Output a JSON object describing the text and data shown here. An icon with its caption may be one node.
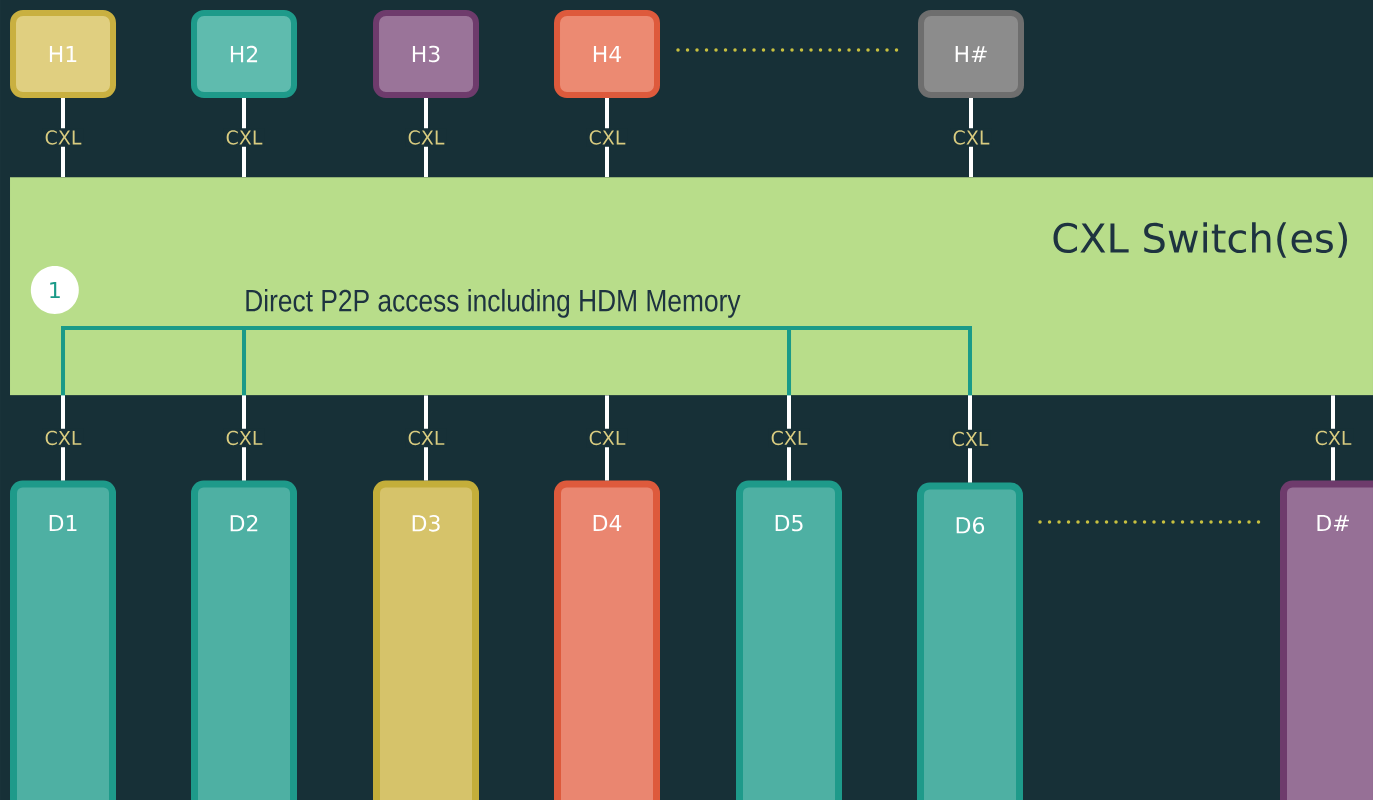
{
  "diagram": {
    "nodes": [
      {
        "text": [
          "H1"
        ]
      },
      {
        "text": [
          "H2"
        ]
      },
      {
        "text": [
          "H3"
        ]
      },
      {
        "text": [
          "H4"
        ]
      },
      {
        "text": [
          "H#"
        ]
      },
      {
        "text": [
          "CXL Switch(es)"
        ]
      },
      {
        "text": [
          "1"
        ],
        "in": 5
      },
      {
        "text": [
          "D1"
        ]
      },
      {
        "text": [
          "D2"
        ]
      },
      {
        "text": [
          "D3"
        ]
      },
      {
        "text": [
          "D4"
        ]
      },
      {
        "text": [
          "D5"
        ]
      },
      {
        "text": [
          "D6"
        ]
      },
      {
        "text": [
          "D#"
        ]
      }
    ],
    "edges": [
      {
        "from": 0,
        "to": 5,
        "arrow": "none",
        "label": "CXL"
      },
      {
        "from": 1,
        "to": 5,
        "arrow": "none",
        "label": "CXL"
      },
      {
        "from": 2,
        "to": 5,
        "arrow": "none",
        "label": "CXL"
      },
      {
        "from": 3,
        "to": 5,
        "arrow": "none",
        "label": "CXL"
      },
      {
        "from": 4,
        "to": 5,
        "arrow": "none",
        "label": "CXL"
      },
      {
        "from": 7,
        "to": 8,
        "arrow": "none",
        "color": "#1a9a88"
      },
      {
        "from": 8,
        "to": 11,
        "arrow": "none",
        "color": "#1a9a88"
      },
      {
        "from": 11,
        "to": 12,
        "arrow": "none",
        "color": "#1a9a88"
      },
      {
        "from": 5,
        "to": 7,
        "arrow": "none",
        "label": "CXL"
      },
      {
        "from": 5,
        "to": 8,
        "arrow": "none",
        "label": "CXL"
      },
      {
        "from": 5,
        "to": 9,
        "arrow": "none",
        "label": "CXL"
      },
      {
        "from": 5,
        "to": 10,
        "arrow": "none",
        "label": "CXL"
      },
      {
        "from": 5,
        "to": 11,
        "arrow": "none",
        "label": "CXL"
      },
      {
        "from": 5,
        "to": 12,
        "arrow": "none",
        "label": "CXL"
      },
      {
        "from": 5,
        "to": 13,
        "arrow": "none",
        "label": "CXL"
      }
    ],
    "labels": [
      "Direct P2P access including HDM Memory"
    ]
  }
}
